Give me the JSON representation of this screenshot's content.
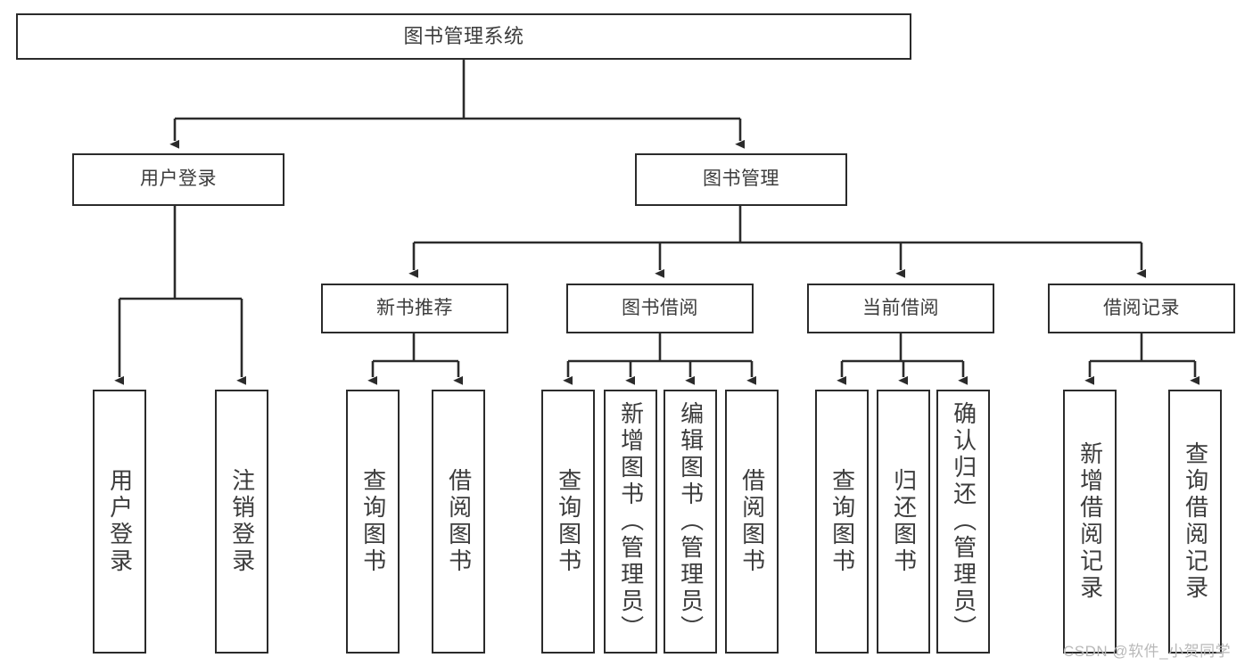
{
  "diagram": {
    "type": "tree",
    "title": "图书管理系统",
    "orientation": "top-down",
    "colors": {
      "box_border": "#2b2b2b",
      "box_fill": "#ffffff",
      "text": "#3c3c3c",
      "connector": "#2b2b2b",
      "watermark": "#b9b9b9",
      "background": "#ffffff"
    },
    "root": {
      "label": "图书管理系统"
    },
    "level2": [
      {
        "label": "用户登录"
      },
      {
        "label": "图书管理"
      }
    ],
    "level3": [
      {
        "label": "新书推荐"
      },
      {
        "label": "图书借阅"
      },
      {
        "label": "当前借阅"
      },
      {
        "label": "借阅记录"
      }
    ],
    "leaves": {
      "user_login": [
        {
          "label": "用户登录"
        },
        {
          "label": "注销登录"
        }
      ],
      "new_book_recommend": [
        {
          "label": "查询图书"
        },
        {
          "label": "借阅图书"
        }
      ],
      "book_borrow": [
        {
          "label": "查询图书"
        },
        {
          "label": "新增图书（管理员）"
        },
        {
          "label": "编辑图书（管理员）"
        },
        {
          "label": "借阅图书"
        }
      ],
      "current_borrow": [
        {
          "label": "查询图书"
        },
        {
          "label": "归还图书"
        },
        {
          "label": "确认归还（管理员）"
        }
      ],
      "borrow_record": [
        {
          "label": "新增借阅记录"
        },
        {
          "label": "查询借阅记录"
        }
      ]
    }
  },
  "watermark": {
    "text": "CSDN @软件_小贺同学"
  }
}
